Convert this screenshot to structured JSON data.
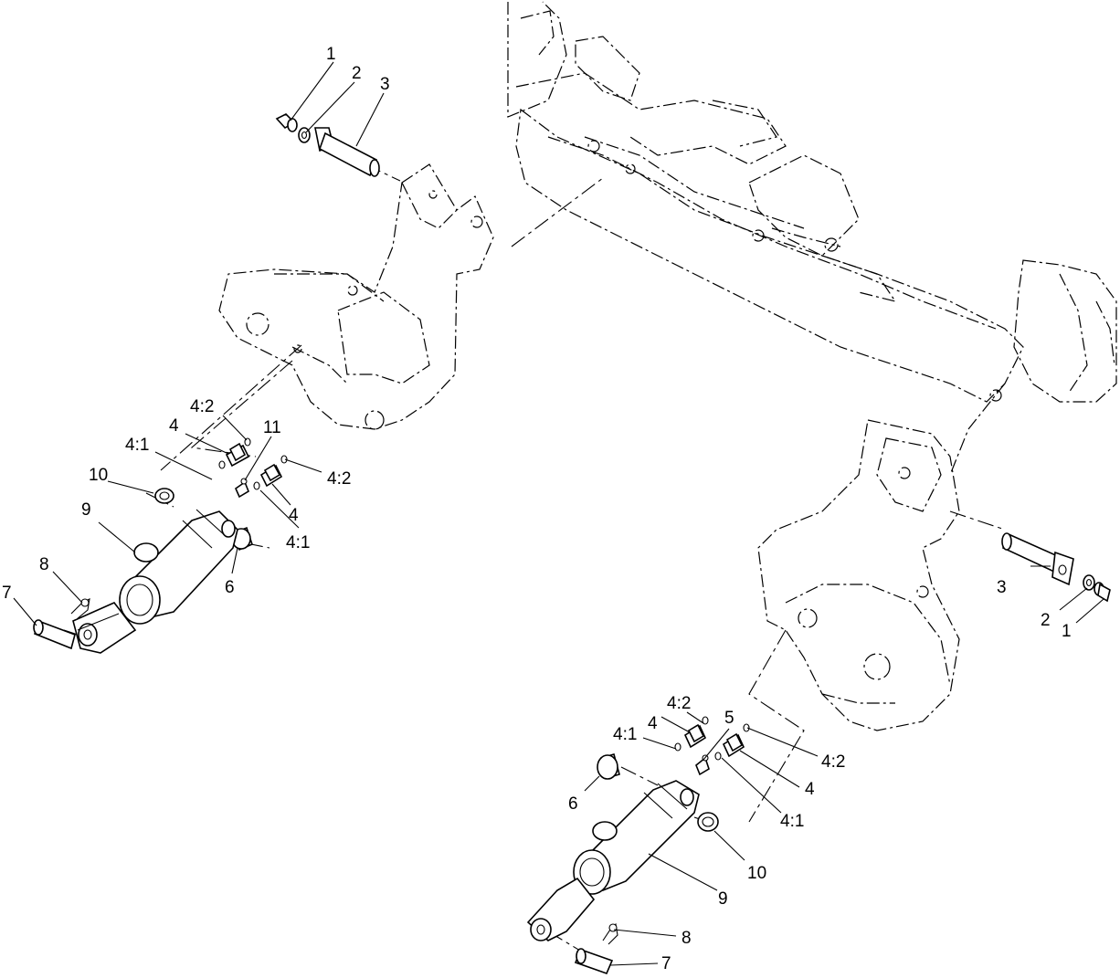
{
  "callouts": [
    {
      "id": "c-l1",
      "text": "1"
    },
    {
      "id": "c-l2",
      "text": "2"
    },
    {
      "id": "c-l3",
      "text": "3"
    },
    {
      "id": "c-l42a",
      "text": "4:2"
    },
    {
      "id": "c-l4a",
      "text": "4"
    },
    {
      "id": "c-l11",
      "text": "11"
    },
    {
      "id": "c-l41a",
      "text": "4:1"
    },
    {
      "id": "c-l10",
      "text": "10"
    },
    {
      "id": "c-l42b",
      "text": "4:2"
    },
    {
      "id": "c-l4b",
      "text": "4"
    },
    {
      "id": "c-l41b",
      "text": "4:1"
    },
    {
      "id": "c-l9",
      "text": "9"
    },
    {
      "id": "c-l6",
      "text": "6"
    },
    {
      "id": "c-l8",
      "text": "8"
    },
    {
      "id": "c-l7",
      "text": "7"
    },
    {
      "id": "c-r3",
      "text": "3"
    },
    {
      "id": "c-r2",
      "text": "2"
    },
    {
      "id": "c-r1",
      "text": "1"
    },
    {
      "id": "c-r42a",
      "text": "4:2"
    },
    {
      "id": "c-r5",
      "text": "5"
    },
    {
      "id": "c-r4a",
      "text": "4"
    },
    {
      "id": "c-r41a",
      "text": "4:1"
    },
    {
      "id": "c-r42b",
      "text": "4:2"
    },
    {
      "id": "c-r6",
      "text": "6"
    },
    {
      "id": "c-r4b",
      "text": "4"
    },
    {
      "id": "c-r41b",
      "text": "4:1"
    },
    {
      "id": "c-r10",
      "text": "10"
    },
    {
      "id": "c-r9",
      "text": "9"
    },
    {
      "id": "c-r8",
      "text": "8"
    },
    {
      "id": "c-r7",
      "text": "7"
    }
  ]
}
